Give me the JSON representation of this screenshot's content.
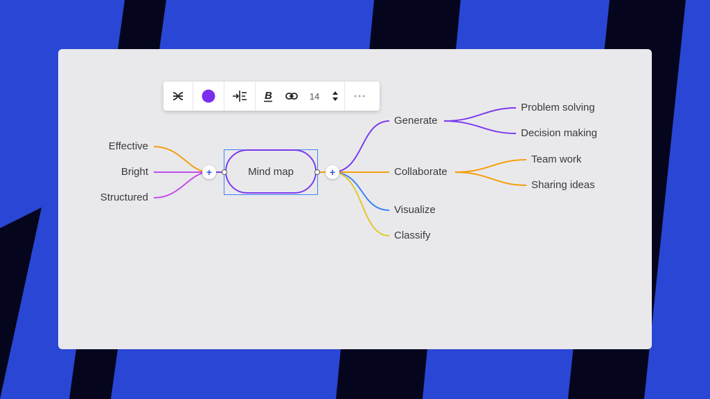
{
  "colors": {
    "background_blue": "#2a46d4",
    "background_dark": "#05061e",
    "canvas": "#e9e9ec",
    "purple": "#7c3aed",
    "orange": "#f59e0b",
    "magenta": "#c04de8",
    "blue": "#3b82f6",
    "yellow": "#e3c72a"
  },
  "toolbar": {
    "shape_icon": "branch-style-icon",
    "color_icon": "color-swatch-icon",
    "color_value": "#7a2ff0",
    "align_icon": "layout-align-icon",
    "bold_icon": "bold-icon",
    "link_icon": "link-icon",
    "font_size": "14",
    "stepper_icon": "stepper-icon",
    "more_icon": "more-icon"
  },
  "mind_map": {
    "root": "Mind map",
    "left_branches": [
      "Effective",
      "Bright",
      "Structured"
    ],
    "right_branches": [
      {
        "label": "Generate",
        "children": [
          "Problem solving",
          "Decision making"
        ]
      },
      {
        "label": "Collaborate",
        "children": [
          "Team work",
          "Sharing ideas"
        ]
      },
      {
        "label": "Visualize",
        "children": []
      },
      {
        "label": "Classify",
        "children": []
      }
    ],
    "add_left_icon": "+",
    "add_right_icon": "+"
  }
}
